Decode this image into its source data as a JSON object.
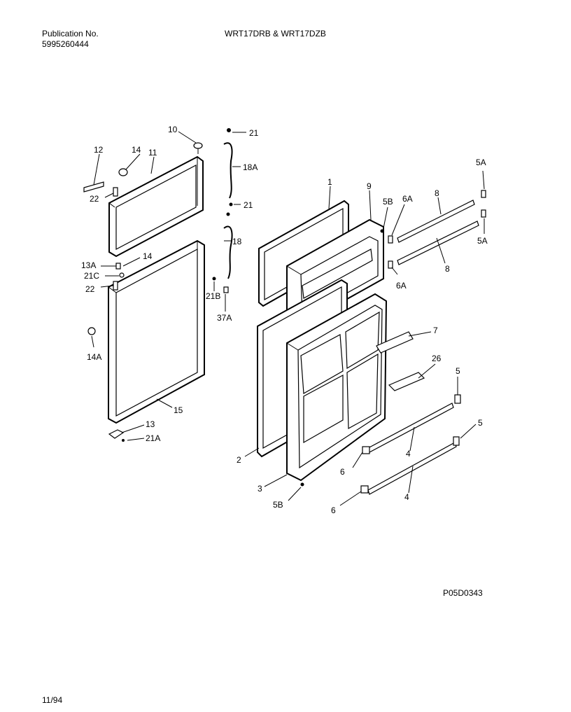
{
  "header": {
    "publication_label": "Publication No.",
    "publication_number": "5995260444",
    "models": "WRT17DRB & WRT17DZB"
  },
  "figure_code": "P05D0343",
  "date": "11/94",
  "part_labels": {
    "p1": "1",
    "p2": "2",
    "p3": "3",
    "p4a": "4",
    "p4b": "4",
    "p5a": "5",
    "p5b": "5",
    "p5A_top": "5A",
    "p5A_bot": "5A",
    "p5B_top": "5B",
    "p5B_bot": "5B",
    "p6a": "6",
    "p6b": "6",
    "p6A_top": "6A",
    "p6A_bot": "6A",
    "p7": "7",
    "p8a": "8",
    "p8b": "8",
    "p9": "9",
    "p10": "10",
    "p11": "11",
    "p12": "12",
    "p13": "13",
    "p13A": "13A",
    "p14a": "14",
    "p14b": "14",
    "p14A": "14A",
    "p15": "15",
    "p18": "18",
    "p18A": "18A",
    "p21a": "21",
    "p21b": "21",
    "p21A": "21A",
    "p21B": "21B",
    "p21C": "21C",
    "p22a": "22",
    "p22b": "22",
    "p26": "26",
    "p37A": "37A"
  }
}
